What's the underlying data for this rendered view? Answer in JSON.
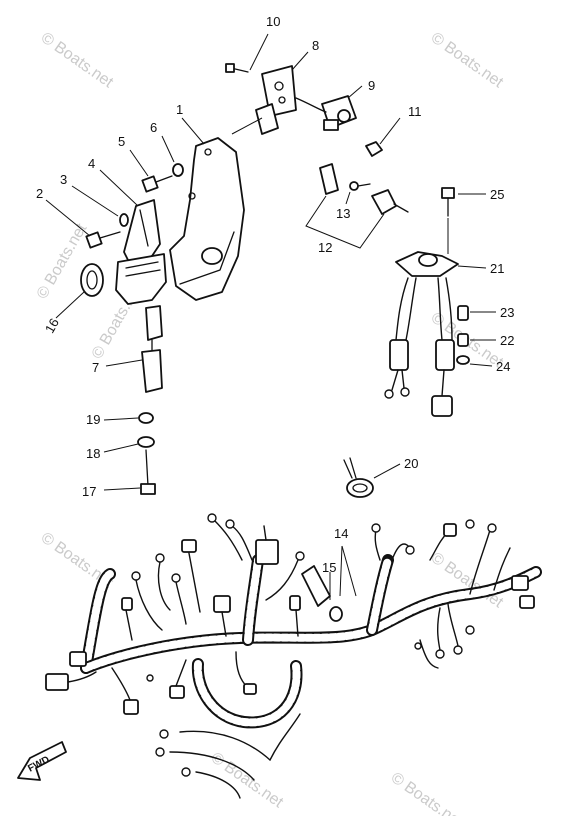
{
  "watermarks": [
    "© Boats.net",
    "© Boats.net",
    "© Boats.net",
    "© Boats.net",
    "© Boats.net",
    "© Boats.net",
    "© Boats.net",
    "© Boats.net",
    "© Boats.net"
  ],
  "callouts": {
    "c1": "1",
    "c2": "2",
    "c3": "3",
    "c4": "4",
    "c5": "5",
    "c6": "6",
    "c7": "7",
    "c8": "8",
    "c9": "9",
    "c10": "10",
    "c11": "11",
    "c12": "12",
    "c13": "13",
    "c14": "14",
    "c15": "15",
    "c16": "16",
    "c17": "17",
    "c18": "18",
    "c19": "19",
    "c20": "20",
    "c21": "21",
    "c22": "22",
    "c23": "23",
    "c24": "24",
    "c25": "25"
  },
  "fwd_label": "FWD"
}
